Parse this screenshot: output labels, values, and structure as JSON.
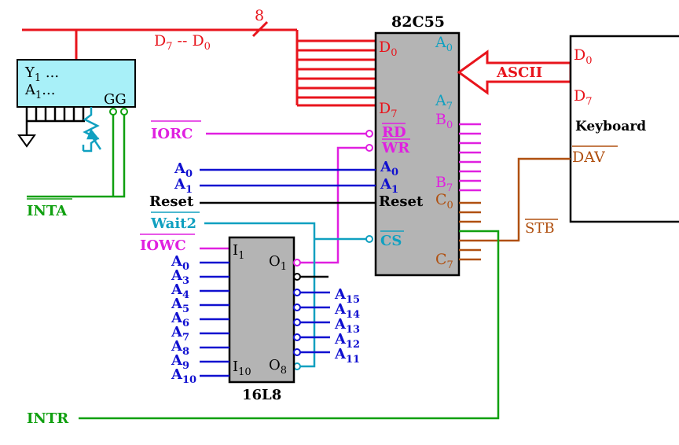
{
  "bus": {
    "label": "D",
    "sub_hi": "7",
    "sep": " -- ",
    "sub_lo": "0",
    "label_tail": "D",
    "width": "8"
  },
  "ppi": {
    "title": "82C55",
    "d0": "D",
    "d0_sub": "0",
    "d7": "D",
    "d7_sub": "7",
    "a0_port": "A",
    "a0_port_sub": "0",
    "a7_port": "A",
    "a7_port_sub": "7",
    "b0": "B",
    "b0_sub": "0",
    "b7": "B",
    "b7_sub": "7",
    "c0": "C",
    "c0_sub": "0",
    "c7": "C",
    "c7_sub": "7",
    "rd": "RD",
    "wr": "WR",
    "a0": "A",
    "a0_sub": "0",
    "a1": "A",
    "a1_sub": "1",
    "reset": "Reset",
    "cs": "CS"
  },
  "ascii_label": "ASCII",
  "keyboard": {
    "d0": "D",
    "d0_sub": "0",
    "d7": "D",
    "d7_sub": "7",
    "name": "Keyboard",
    "dav": "DAV"
  },
  "stb_label": "STB",
  "decoder": {
    "y": "Y",
    "y_sub": "1",
    "y_dots": " ...",
    "a": "A",
    "a_sub": "1",
    "a_dots": "...",
    "gg": "GG"
  },
  "pal": {
    "name": "16L8",
    "i1": "I",
    "i1_sub": "1",
    "i10": "I",
    "i10_sub": "10",
    "o1": "O",
    "o1_sub": "1",
    "o8": "O",
    "o8_sub": "8"
  },
  "signals": {
    "iorc": "IORC",
    "iowc": "IOWC",
    "a0": "A",
    "a0_sub": "0",
    "a1": "A",
    "a1_sub": "1",
    "reset": "Reset",
    "wait2": "Wait2",
    "inta": "INTA",
    "intr": "INTR"
  },
  "pal_inputs": [
    {
      "name": "A",
      "sub": "0"
    },
    {
      "name": "A",
      "sub": "3"
    },
    {
      "name": "A",
      "sub": "4"
    },
    {
      "name": "A",
      "sub": "5"
    },
    {
      "name": "A",
      "sub": "6"
    },
    {
      "name": "A",
      "sub": "7"
    },
    {
      "name": "A",
      "sub": "8"
    },
    {
      "name": "A",
      "sub": "9"
    },
    {
      "name": "A",
      "sub": "10"
    }
  ],
  "pal_outputs": [
    {
      "name": "A",
      "sub": "15"
    },
    {
      "name": "A",
      "sub": "14"
    },
    {
      "name": "A",
      "sub": "13"
    },
    {
      "name": "A",
      "sub": "12"
    },
    {
      "name": "A",
      "sub": "11"
    }
  ],
  "colors": {
    "red": "#e8141c",
    "blue": "#1010d0",
    "cyan": "#10a0c0",
    "magenta": "#e020e0",
    "brown": "#b05010",
    "green": "#10a010",
    "chip_gray": "#b4b4b4",
    "decoder_fill": "#a8f0f8"
  }
}
